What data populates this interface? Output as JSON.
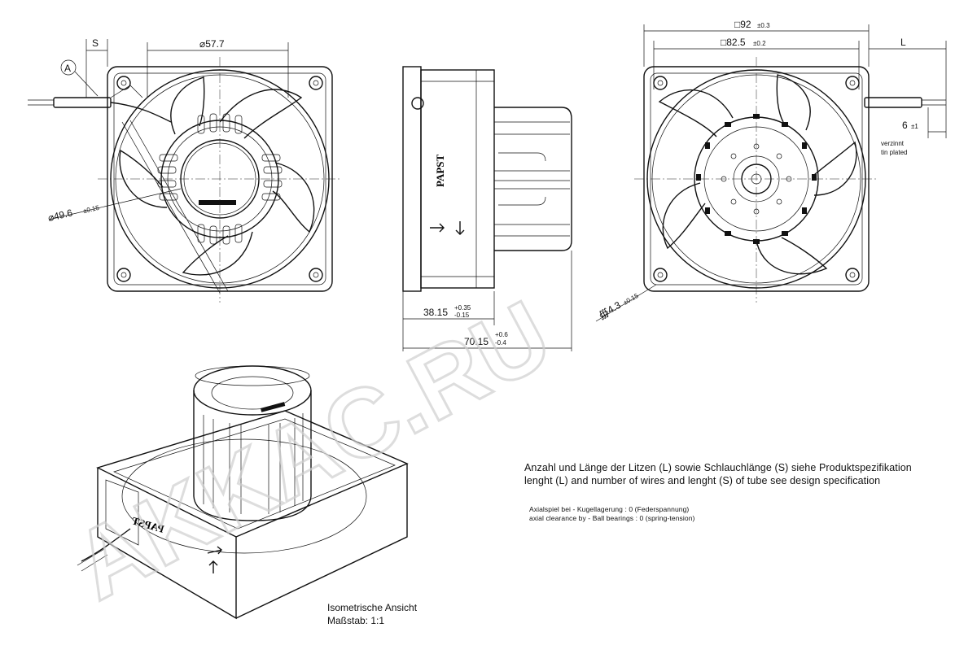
{
  "dimensions": {
    "s_label": "S",
    "dia_57": "⌀57.7",
    "dia_49": "⌀49.6",
    "dia_49_tol": "±0.15",
    "callout_a": "A",
    "sq_92": "□92",
    "sq_92_tol": "±0.3",
    "sq_82": "□82.5",
    "sq_82_tol": "±0.2",
    "l_label": "L",
    "six": "6",
    "six_tol": "±1",
    "tin_1": "verzinnt",
    "tin_2": "tin plated",
    "depth_38": "38.15",
    "depth_38_tol_up": "+0.35",
    "depth_38_tol_dn": "-0.15",
    "depth_70": "70.15",
    "depth_70_tol_up": "+0.6",
    "depth_70_tol_dn": "-0.4",
    "hole_dia": "∰4.3",
    "hole_tol": "±0.15"
  },
  "brand_text": "PAPST",
  "watermark": "AKKAC.RU",
  "notes": {
    "line_de": "Anzahl und Länge der Litzen (L) sowie Schlauchlänge (S) siehe Produktspezifikation",
    "line_en": "lenght (L) and number of wires and lenght (S) of tube see design specification",
    "axial_de": "Axialspiel bei - Kugellagerung : 0 (Federspannung)",
    "axial_en": "axial clearance by - Ball bearings : 0 (spring-tension)"
  },
  "iso": {
    "title": "Isometrische Ansicht",
    "scale": "Maßstab:  1:1"
  }
}
